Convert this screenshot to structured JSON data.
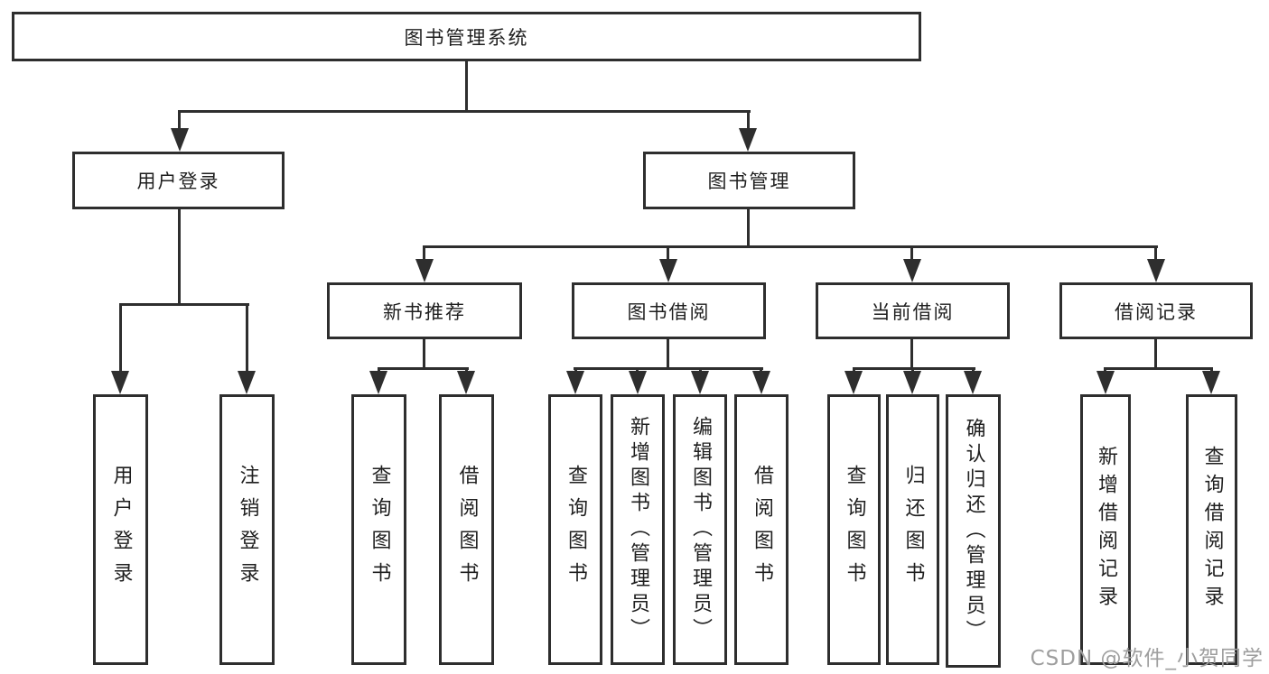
{
  "diagram": {
    "root": "图书管理系统",
    "l2": [
      "用户登录",
      "图书管理"
    ],
    "l3": [
      "新书推荐",
      "图书借阅",
      "当前借阅",
      "借阅记录"
    ],
    "leaves_login": [
      "用户登录",
      "注销登录"
    ],
    "leaves_recommend": [
      "查询图书",
      "借阅图书"
    ],
    "leaves_borrow": [
      "查询图书",
      "新增图书（管理员）",
      "编辑图书（管理员）",
      "借阅图书"
    ],
    "leaves_current": [
      "查询图书",
      "归还图书",
      "确认归还（管理员）"
    ],
    "leaves_records": [
      "新增借阅记录",
      "查询借阅记录"
    ]
  },
  "watermark": "CSDN @软件_小贺同学",
  "colors": {
    "line": "#2e2e2e",
    "box_border": "#2e2e2e",
    "text": "#1f1f1f",
    "watermark": "#9e9e9e",
    "background": "#ffffff"
  }
}
